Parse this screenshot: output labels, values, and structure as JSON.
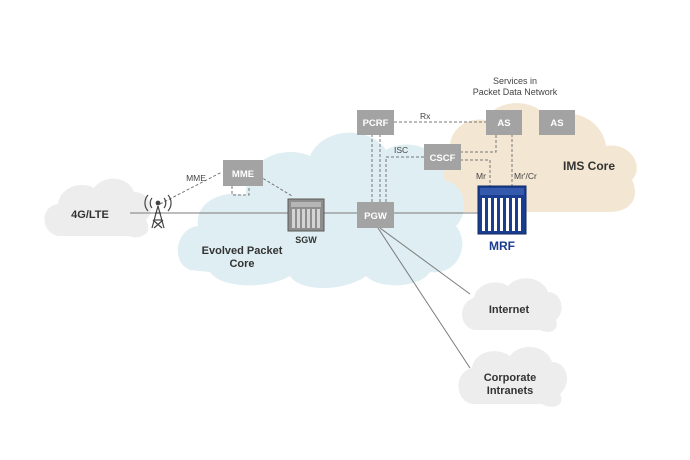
{
  "colors": {
    "node_fill": "#a3a3a3",
    "line": "#7b7b7b",
    "dashed": "#777777",
    "cloud_grey": "#ededed",
    "cloud_epc": "#dfeef2",
    "cloud_ims": "#f3e6d2",
    "mrf_fill": "#1a3d8f",
    "mrf_label": "#1a3d8f"
  },
  "clouds": {
    "lte": "4G/LTE",
    "epc_line1": "Evolved Packet",
    "epc_line2": "Core",
    "ims": "IMS Core",
    "internet": "Internet",
    "intranet_line1": "Corporate",
    "intranet_line2": "Intranets"
  },
  "nodes": {
    "mme": "MME",
    "sgw": "SGW",
    "pgw": "PGW",
    "pcrf": "PCRF",
    "cscf": "CSCF",
    "as1": "AS",
    "as2": "AS",
    "mrf": "MRF"
  },
  "services": {
    "line1": "Services in",
    "line2": "Packet Data Network"
  },
  "edge_labels": {
    "mme": "MME",
    "rx": "Rx",
    "isc": "ISC",
    "mr": "Mr",
    "mr_cr": "Mr'/Cr"
  },
  "icons": {
    "tower": "cell-tower-icon",
    "sgw": "sgw-server-icon",
    "mrf": "mrf-server-icon"
  }
}
